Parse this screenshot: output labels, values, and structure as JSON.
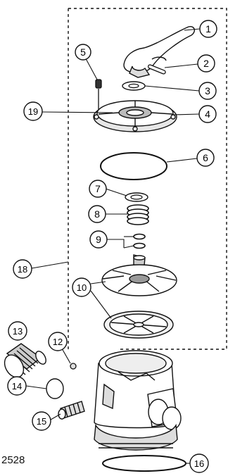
{
  "callouts": [
    "1",
    "2",
    "3",
    "4",
    "5",
    "6",
    "7",
    "8",
    "9",
    "10",
    "12",
    "13",
    "14",
    "15",
    "16",
    "18",
    "19"
  ],
  "part_code": "2528",
  "colors": {
    "line": "#111111",
    "background": "#ffffff"
  }
}
